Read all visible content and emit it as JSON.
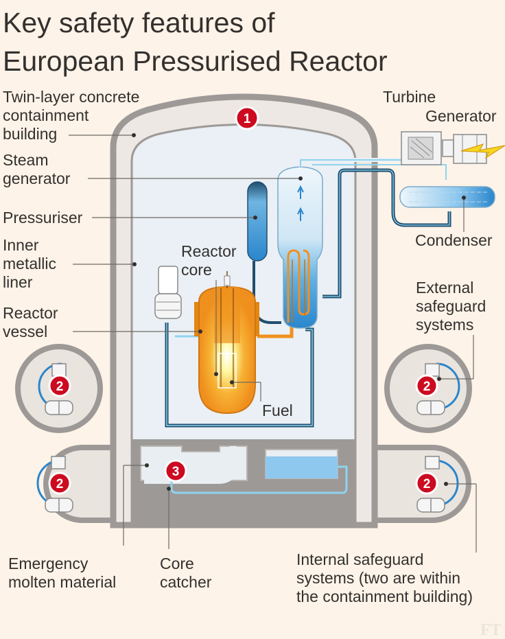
{
  "title": {
    "line1": "Key safety features of",
    "line2": "European Pressurised Reactor"
  },
  "labels": {
    "containment": [
      "Twin-layer concrete",
      "containment",
      "building"
    ],
    "steam_generator": [
      "Steam",
      "generator"
    ],
    "pressuriser": "Pressuriser",
    "inner_liner": [
      "Inner",
      "metallic",
      "liner"
    ],
    "reactor_vessel": [
      "Reactor",
      "vessel"
    ],
    "reactor_core": [
      "Reactor",
      "core"
    ],
    "fuel": "Fuel",
    "turbine": "Turbine",
    "generator": "Generator",
    "condenser": "Condenser",
    "external_safeguard": [
      "External",
      "safeguard",
      "systems"
    ],
    "emergency_molten": [
      "Emergency",
      "molten material"
    ],
    "core_catcher": [
      "Core",
      "catcher"
    ],
    "internal_safeguard": [
      "Internal safeguard",
      "systems (two are within",
      "the containment building)"
    ]
  },
  "badges": {
    "containment": "1",
    "safeguard": "2",
    "core_catcher": "3"
  },
  "watermark": "FT",
  "colors": {
    "background": "#fdf3e8",
    "badge": "#cc0a20",
    "vessel_orange": "#f0911e",
    "water_blue": "#2f8dd1",
    "pipe_dark": "#1f4d6e",
    "concrete_gray": "#9d9997"
  }
}
